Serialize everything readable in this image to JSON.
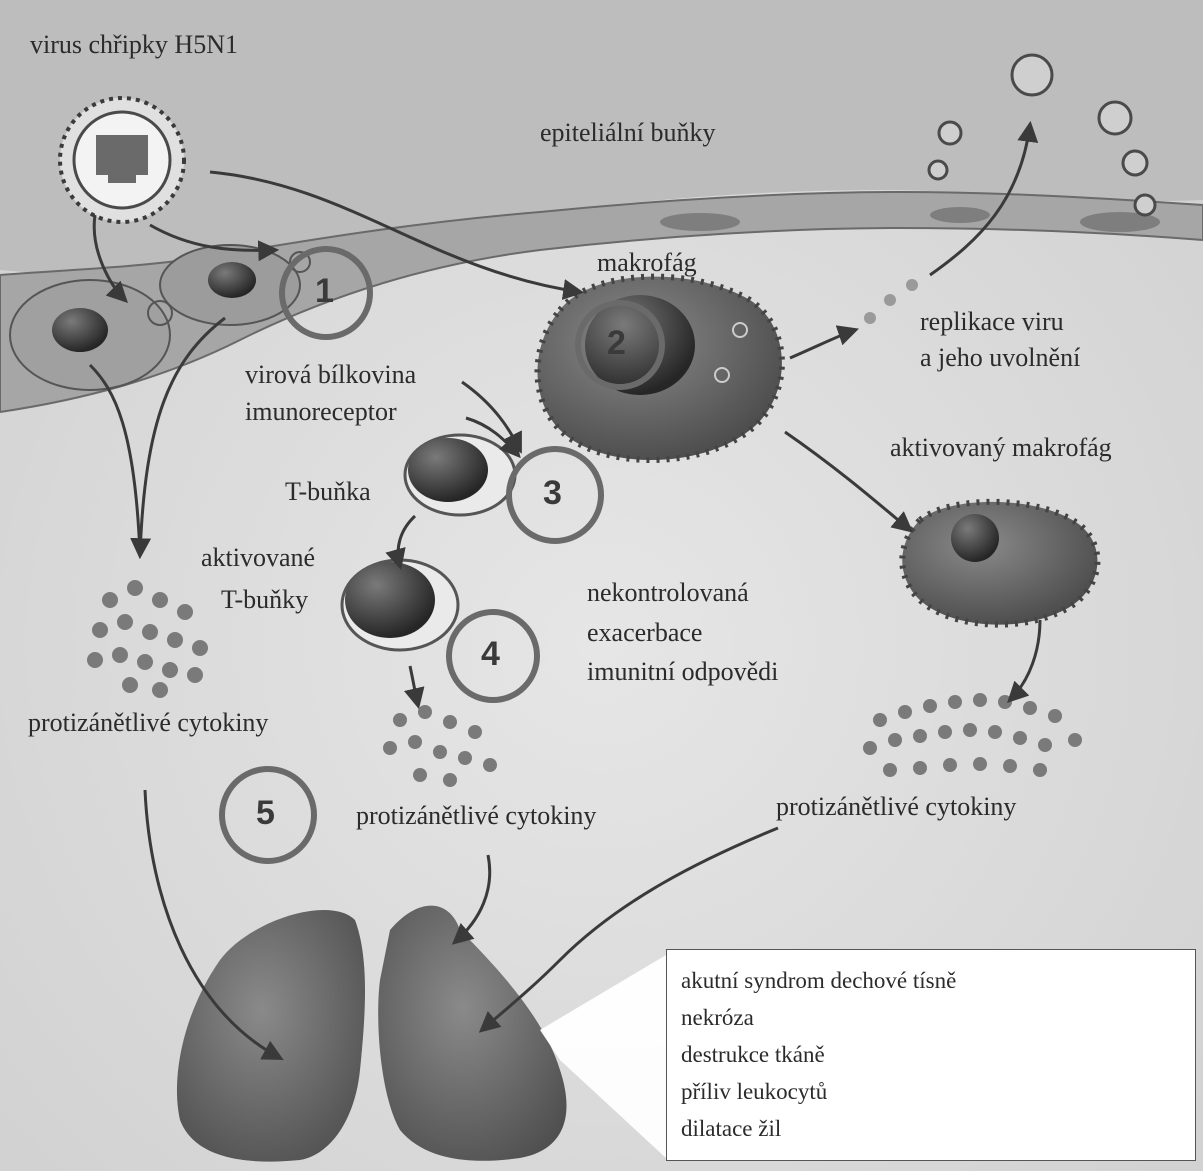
{
  "labels": {
    "virus": "virus chřipky H5N1",
    "epithelial": "epiteliální buňky",
    "macrophage": "makrofág",
    "replication_1": "replikace viru",
    "replication_2": "a jeho uvolnění",
    "viral_protein": "virová bílkovina",
    "immunoreceptor": "imunoreceptor",
    "t_cell": "T-buňka",
    "activated_macrophage": "aktivovaný makrofág",
    "activated_t_1": "aktivované",
    "activated_t_2": "T-buňky",
    "uncontrolled_1": "nekontrolovaná",
    "uncontrolled_2": "exacerbace",
    "uncontrolled_3": "imunitní odpovědi",
    "cytokines_left": "protizánětlivé cytokiny",
    "cytokines_center": "protizánětlivé cytokiny",
    "cytokines_right": "protizánětlivé cytokiny"
  },
  "steps": [
    "1",
    "2",
    "3",
    "4",
    "5"
  ],
  "effects": [
    "akutní syndrom dechové tísně",
    "nekróza",
    "destrukce tkáně",
    "příliv leukocytů",
    "dilatace žil"
  ]
}
